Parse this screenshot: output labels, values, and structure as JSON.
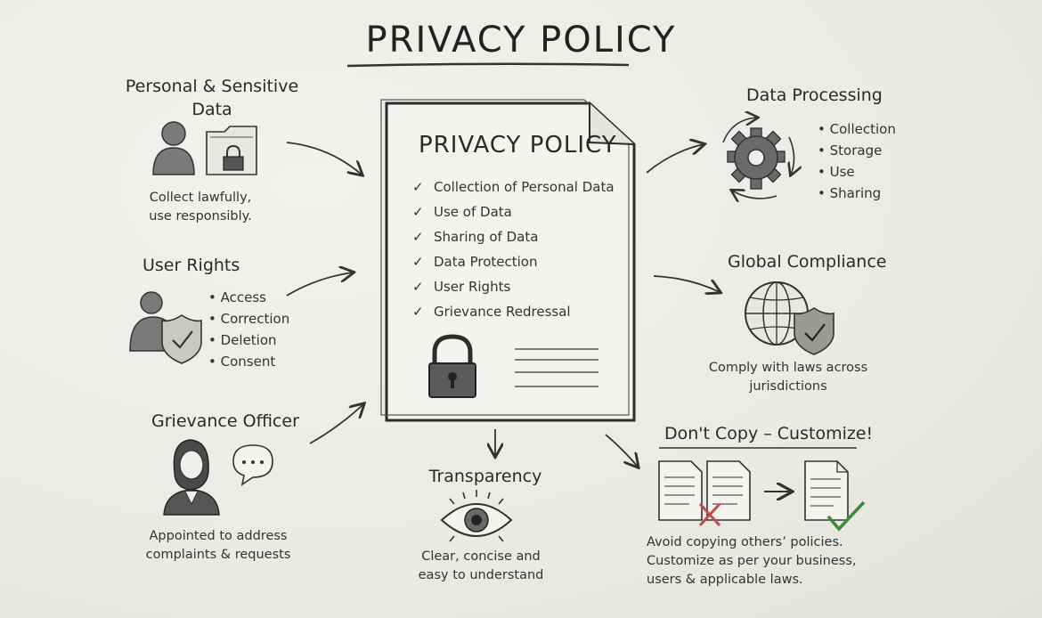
{
  "title": "PRIVACY POLICY",
  "document": {
    "title": "PRIVACY POLICY",
    "items": [
      "Collection of Personal Data",
      "Use of Data",
      "Sharing of Data",
      "Data Protection",
      "User Rights",
      "Grievance Redressal"
    ]
  },
  "personal_data": {
    "heading": "Personal & Sensitive Data",
    "caption_line1": "Collect lawfully,",
    "caption_line2": "use responsibly."
  },
  "user_rights": {
    "heading": "User Rights",
    "items": [
      "Access",
      "Correction",
      "Deletion",
      "Consent"
    ]
  },
  "grievance": {
    "heading": "Grievance Officer",
    "caption_line1": "Appointed to address",
    "caption_line2": "complaints & requests"
  },
  "transparency": {
    "heading": "Transparency",
    "caption_line1": "Clear, concise and",
    "caption_line2": "easy to understand"
  },
  "data_processing": {
    "heading": "Data Processing",
    "items": [
      "Collection",
      "Storage",
      "Use",
      "Sharing"
    ]
  },
  "global_compliance": {
    "heading": "Global Compliance",
    "caption_line1": "Comply with laws across",
    "caption_line2": "jurisdictions"
  },
  "dont_copy": {
    "heading": "Don't Copy – Customize!",
    "caption_line1": "Avoid copying others’ policies.",
    "caption_line2": "Customize as per your business,",
    "caption_line3": "users & applicable laws."
  },
  "icons": [
    "person-icon",
    "folder-lock-icon",
    "shield-check-icon",
    "woman-officer-icon",
    "speech-bubble-icon",
    "eye-icon",
    "gear-icon",
    "globe-icon",
    "padlock-icon",
    "document-icon",
    "cross-icon",
    "checkmark-icon"
  ]
}
